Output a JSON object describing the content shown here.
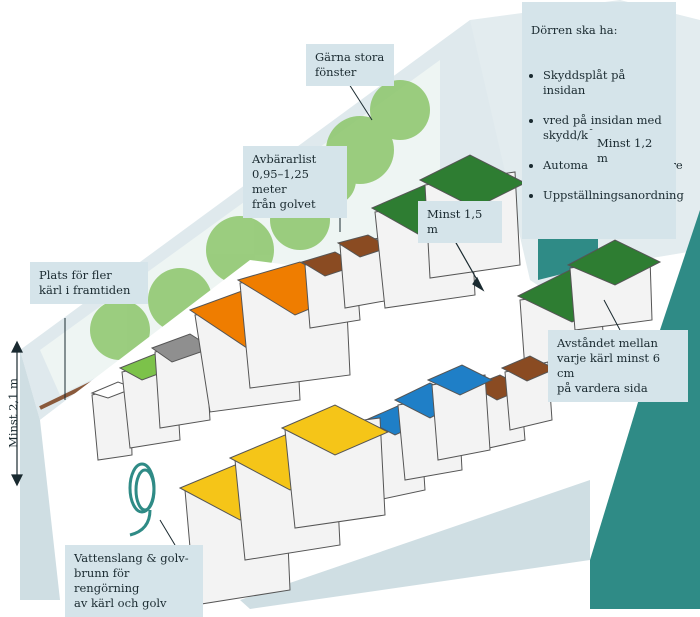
{
  "colors": {
    "wall": "#dfe9ed",
    "wall_dark": "#c9d9df",
    "wall_side": "#2f8b86",
    "floor": "#ffffff",
    "callout_bg": "#d5e4ea",
    "lid_green": "#2e7d32",
    "lid_orange": "#ef7d00",
    "lid_yellow": "#f5c518",
    "lid_blue": "#1f7fc7",
    "lid_brown": "#8a4b22",
    "lid_grey": "#8f8f8f",
    "lid_light_green": "#7cc24a",
    "window_trees": "#8cc66a"
  },
  "callouts": {
    "future_bins": "Plats för fler\nkärl i framtiden",
    "window": "Gärna stora\nfönster",
    "bumper": "Avbärarlist\n0,95–1,25 meter\nfrån golvet",
    "door_title": "Dörren ska ha:",
    "door_items": [
      "Skyddsplåt på insidan",
      "vred på insidan med skydd/kåpa",
      "Automatiskdörröppnare",
      "Uppställningsanordning"
    ],
    "door_width": "Minst 1,2 m",
    "aisle_width": "Minst 1,5 m",
    "spacing": "Avståndet mellan\nvarje kärl minst 6 cm\npå vardera sida",
    "hose": "Vattenslang & golv-\nbrunn för rengörning\nav kärl och golv"
  },
  "dimensions": {
    "height_label": "Minst 2,1 m"
  }
}
